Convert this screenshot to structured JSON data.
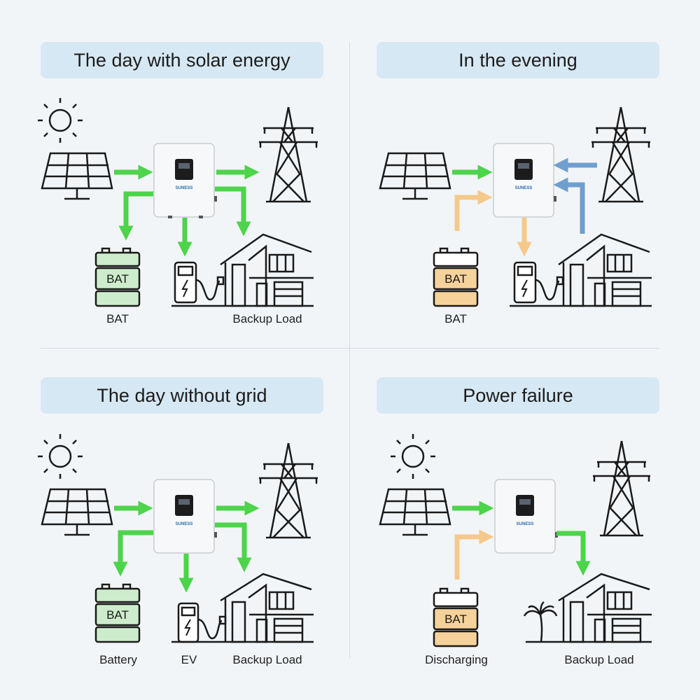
{
  "panels": [
    {
      "title": "The day with solar energy",
      "bat_text": "BAT",
      "brand": "SUNESS",
      "labels": {
        "battery": "BAT",
        "load": "Backup Load"
      }
    },
    {
      "title": "In the evening",
      "bat_text": "BAT",
      "brand": "SUNESS",
      "labels": {
        "battery": "BAT"
      }
    },
    {
      "title": "The day without grid",
      "bat_text": "BAT",
      "brand": "SUNESS",
      "labels": {
        "battery": "Battery",
        "ev": "EV",
        "load": "Backup Load"
      }
    },
    {
      "title": "Power failure",
      "bat_text": "BAT",
      "brand": "SUNESS",
      "labels": {
        "battery": "Discharging",
        "load": "Backup Load"
      }
    }
  ],
  "colors": {
    "title_bg": "#d6e8f3",
    "flow_green": "#4cd44a",
    "flow_orange": "#f5c98a",
    "flow_blue": "#6f9fcf",
    "battery_green": "#cdeccc",
    "battery_orange": "#f6d29b",
    "line": "#1a1a1a"
  },
  "icons": [
    "sun-icon",
    "solar-panel-icon",
    "inverter-icon",
    "power-tower-icon",
    "battery-icon",
    "ev-charger-icon",
    "house-icon",
    "palm-tree-icon"
  ]
}
